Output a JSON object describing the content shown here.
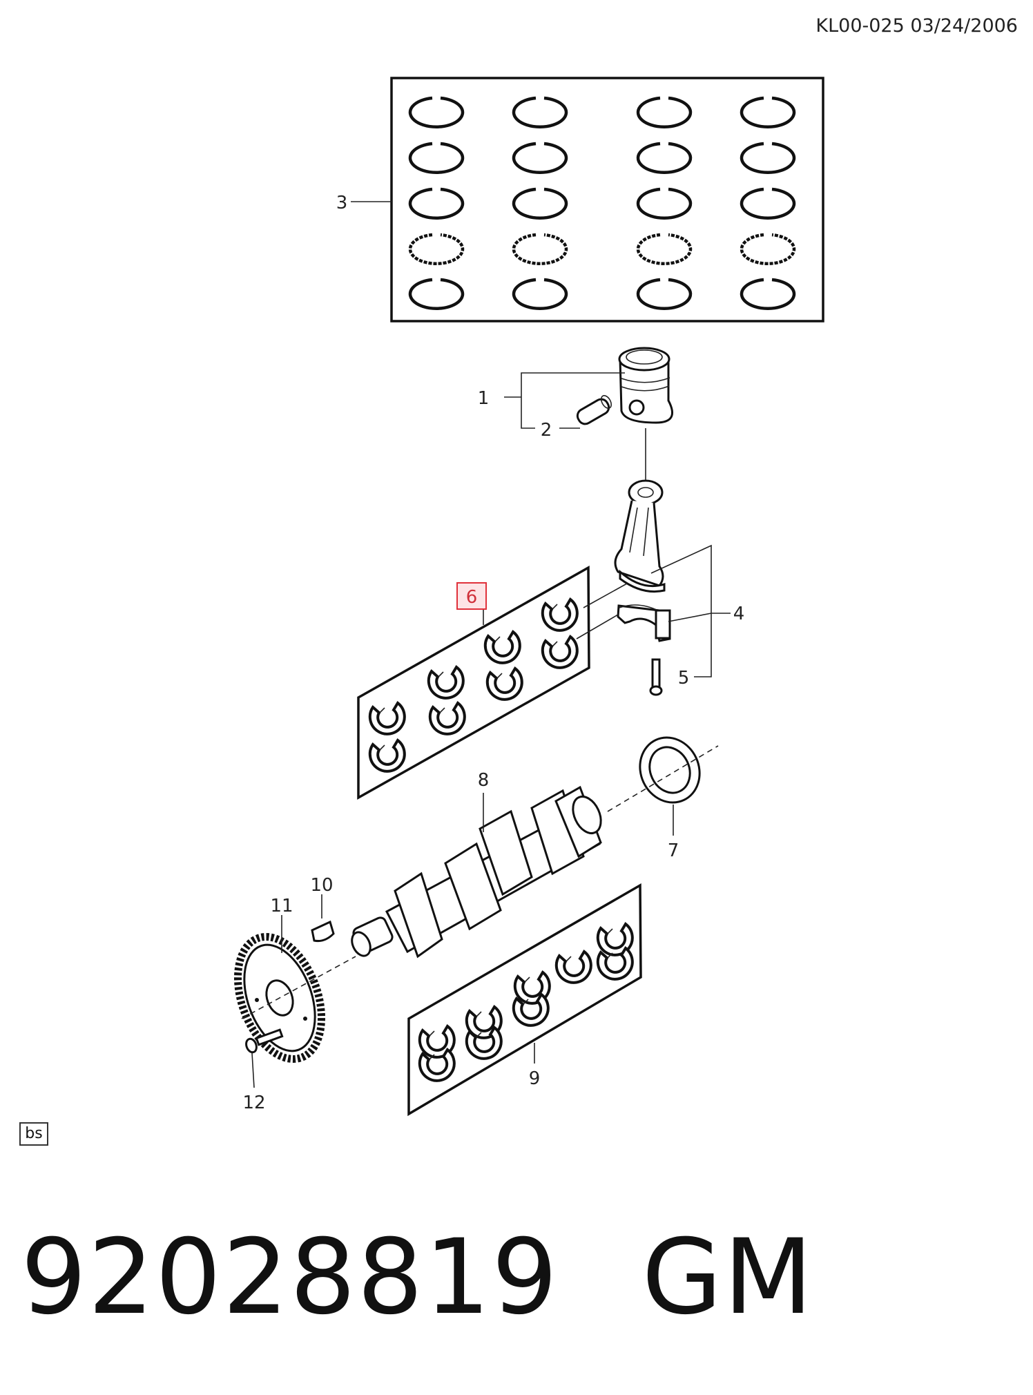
{
  "header": {
    "doc_ref": "KL00-025 03/24/2006"
  },
  "callouts": {
    "c1": "1",
    "c2": "2",
    "c3": "3",
    "c4": "4",
    "c5": "5",
    "c6": "6",
    "c7": "7",
    "c8": "8",
    "c9": "9",
    "c10": "10",
    "c11": "11",
    "c12": "12"
  },
  "highlight": {
    "callout": "6",
    "color": "#e0303a",
    "fill": "#fde4e6"
  },
  "badge": {
    "label": "bs"
  },
  "part_number": {
    "number": "92028819",
    "brand": "GM"
  }
}
